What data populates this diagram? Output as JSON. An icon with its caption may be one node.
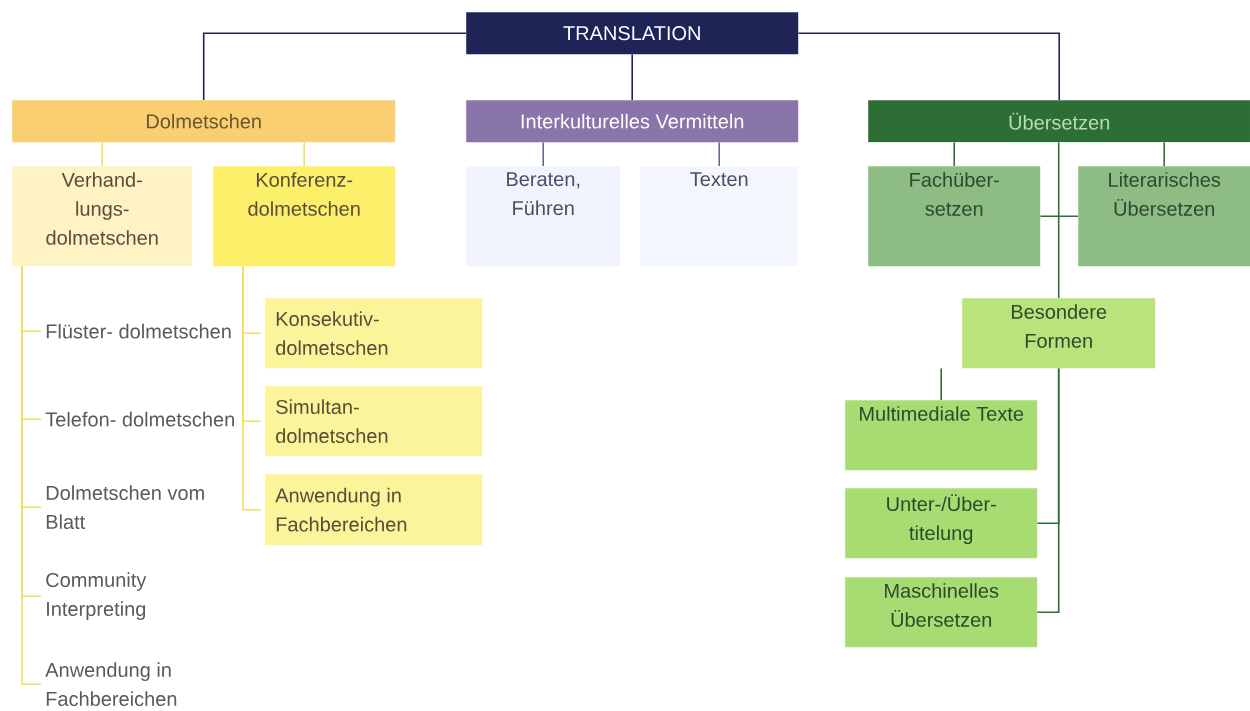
{
  "diagram": {
    "nodes": [
      {
        "text": [
          "TRANSLATION"
        ]
      },
      {
        "text": [
          "Dolmetschen"
        ]
      },
      {
        "text": [
          "Interkulturelles Vermitteln"
        ]
      },
      {
        "text": [
          "Übersetzen"
        ]
      },
      {
        "text": [
          "Verhand- lungs- dolmetschen"
        ]
      },
      {
        "text": [
          "Konferenz- dolmetschen"
        ]
      },
      {
        "text": [
          "Beraten, Führen"
        ]
      },
      {
        "text": [
          "Texten"
        ]
      },
      {
        "text": [
          "Fachüber- setzen"
        ]
      },
      {
        "text": [
          "Literarisches Übersetzen"
        ]
      },
      {
        "text": [
          "Besondere Formen"
        ]
      },
      {
        "text": [
          "Flüster- dolmetschen"
        ]
      },
      {
        "text": [
          "Telefon- dolmetschen"
        ]
      },
      {
        "text": [
          "Dolmetschen vom Blatt"
        ]
      },
      {
        "text": [
          "Community Interpreting"
        ]
      },
      {
        "text": [
          "Anwendung in Fachbereichen"
        ]
      },
      {
        "text": [
          "Konsekutiv- dolmetschen"
        ]
      },
      {
        "text": [
          "Simultan- dolmetschen"
        ]
      },
      {
        "text": [
          "Anwendung in Fachbereichen"
        ]
      },
      {
        "text": [
          "Multimediale Texte"
        ]
      },
      {
        "text": [
          "Unter-/Über- titelung"
        ]
      },
      {
        "text": [
          "Maschinelles Übersetzen"
        ]
      }
    ],
    "edges": [
      {
        "from": 0,
        "to": 1,
        "arrow": "none",
        "color": "#1e2456"
      },
      {
        "from": 0,
        "to": 2,
        "arrow": "none",
        "color": "#1e2456"
      },
      {
        "from": 0,
        "to": 3,
        "arrow": "none",
        "color": "#1e2456"
      },
      {
        "from": 1,
        "to": 4,
        "arrow": "none"
      },
      {
        "from": 1,
        "to": 5,
        "arrow": "none"
      },
      {
        "from": 2,
        "to": 6,
        "arrow": "none",
        "color": "#6e6888"
      },
      {
        "from": 2,
        "to": 7,
        "arrow": "none",
        "color": "#6e6888"
      },
      {
        "from": 3,
        "to": 8,
        "arrow": "none",
        "color": "#2f6e3a"
      },
      {
        "from": 3,
        "to": 9,
        "arrow": "none",
        "color": "#2f6e3a"
      },
      {
        "from": 8,
        "to": 9,
        "arrow": "none",
        "color": "#2f6e3a"
      },
      {
        "from": 3,
        "to": 10,
        "arrow": "none",
        "color": "#2f6e3a"
      },
      {
        "from": 4,
        "to": 11,
        "arrow": "none"
      },
      {
        "from": 4,
        "to": 12,
        "arrow": "none"
      },
      {
        "from": 4,
        "to": 13,
        "arrow": "none"
      },
      {
        "from": 4,
        "to": 14,
        "arrow": "none"
      },
      {
        "from": 4,
        "to": 15,
        "arrow": "none"
      },
      {
        "from": 5,
        "to": 16,
        "arrow": "none"
      },
      {
        "from": 5,
        "to": 17,
        "arrow": "none"
      },
      {
        "from": 5,
        "to": 18,
        "arrow": "none"
      },
      {
        "from": 10,
        "to": 19,
        "arrow": "none",
        "color": "#2f6e3a"
      },
      {
        "from": 10,
        "to": 20,
        "arrow": "none",
        "color": "#2f6e3a"
      },
      {
        "from": 10,
        "to": 21,
        "arrow": "none",
        "color": "#2f6e3a"
      }
    ]
  }
}
